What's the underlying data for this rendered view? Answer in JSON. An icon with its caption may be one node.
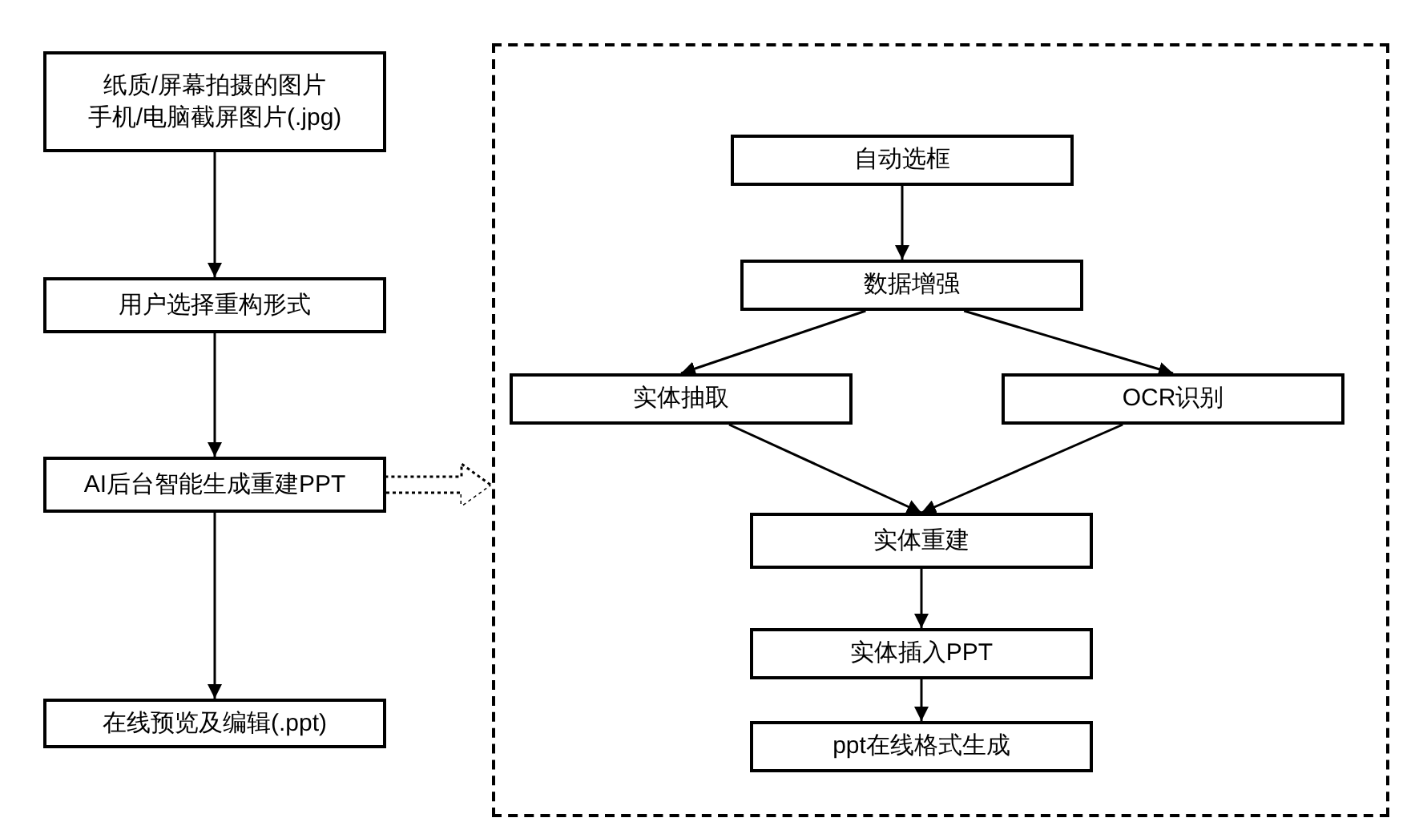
{
  "diagram": {
    "nodes": [
      {
        "text": [
          "纸质/屏幕拍摄的图片",
          "手机/电脑截屏图片(.jpg)"
        ]
      },
      {
        "text": [
          "用户选择重构形式"
        ]
      },
      {
        "text": [
          "AI后台智能生成重建PPT"
        ]
      },
      {
        "text": [
          "在线预览及编辑(.ppt)"
        ]
      },
      {
        "text": [],
        "shape": "box"
      },
      {
        "text": [
          "自动选框"
        ],
        "in": 4
      },
      {
        "text": [
          "数据增强"
        ],
        "in": 4
      },
      {
        "text": [
          "实体抽取"
        ],
        "in": 4
      },
      {
        "text": [
          "OCR识别"
        ],
        "in": 4
      },
      {
        "text": [
          "实体重建"
        ],
        "in": 4
      },
      {
        "text": [
          "实体插入PPT"
        ],
        "in": 4
      },
      {
        "text": [
          "ppt在线格式生成"
        ],
        "in": 4
      }
    ],
    "edges": [
      {
        "from": 0,
        "to": 1,
        "arrow": "to"
      },
      {
        "from": 1,
        "to": 2,
        "arrow": "to"
      },
      {
        "from": 2,
        "to": 3,
        "arrow": "to"
      },
      {
        "from": 2,
        "to": 4,
        "arrow": "to",
        "style": "dashed"
      },
      {
        "from": 5,
        "to": 6,
        "arrow": "to"
      },
      {
        "from": 6,
        "to": 7,
        "arrow": "to"
      },
      {
        "from": 6,
        "to": 8,
        "arrow": "to"
      },
      {
        "from": 7,
        "to": 9,
        "arrow": "to"
      },
      {
        "from": 8,
        "to": 9,
        "arrow": "to"
      },
      {
        "from": 9,
        "to": 10,
        "arrow": "to"
      },
      {
        "from": 10,
        "to": 11,
        "arrow": "to"
      }
    ]
  }
}
